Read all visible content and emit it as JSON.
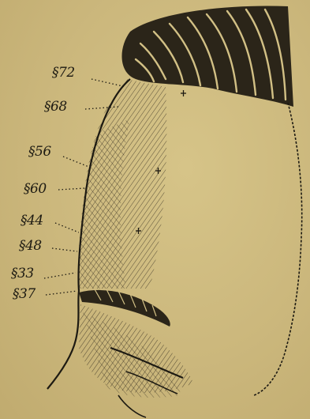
{
  "labels": [
    {
      "id": "l72",
      "text": "§72"
    },
    {
      "id": "l68",
      "text": "§68"
    },
    {
      "id": "l56",
      "text": "§56"
    },
    {
      "id": "l60",
      "text": "§60"
    },
    {
      "id": "l44",
      "text": "§44"
    },
    {
      "id": "l48",
      "text": "§48"
    },
    {
      "id": "l33",
      "text": "§33"
    },
    {
      "id": "l37",
      "text": "§37"
    }
  ],
  "colors": {
    "paper": "#c9b57a",
    "ink": "#1d1a12"
  }
}
